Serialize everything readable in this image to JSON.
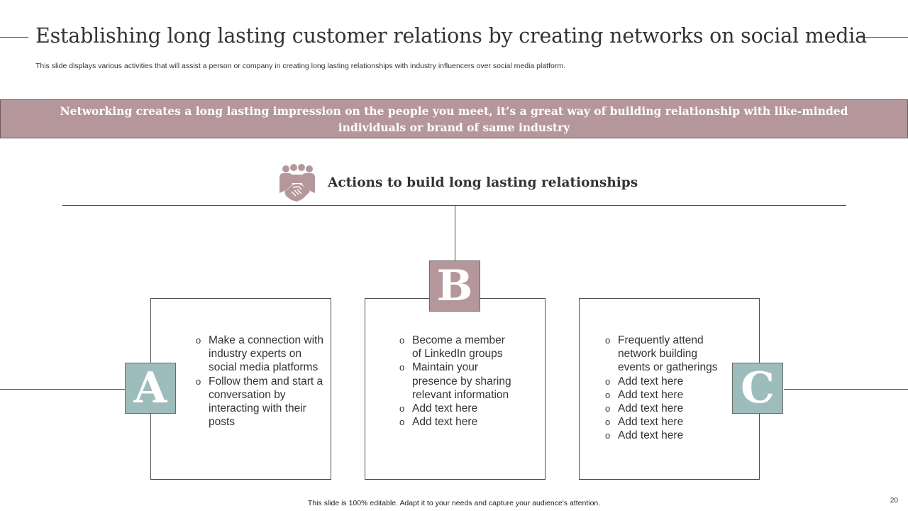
{
  "title": "Establishing long lasting customer relations by creating networks on social media",
  "subtitle": "This slide displays various activities that will assist a person or company in creating long lasting relationships with industry influencers over social media platform.",
  "banner": "Networking creates a long lasting impression on the people you meet, it’s a great way of building relationship with like-minded individuals or brand of same industry",
  "section": {
    "heading": "Actions to build long lasting relationships",
    "icon": "team-handshake-icon"
  },
  "colors": {
    "mauve": "#b5979b",
    "teal": "#9dbcbc"
  },
  "cards": [
    {
      "letter": "A",
      "bullets": [
        "Make a connection with industry experts on social media platforms",
        "Follow them and start a conversation by interacting with their posts"
      ]
    },
    {
      "letter": "B",
      "bullets": [
        "Become a member of LinkedIn groups",
        "Maintain your presence by sharing relevant information",
        "Add text here",
        "Add text here"
      ]
    },
    {
      "letter": "C",
      "bullets": [
        "Frequently attend network building events or gatherings",
        "Add text here",
        "Add text here",
        "Add text here",
        "Add text here",
        "Add text here"
      ]
    }
  ],
  "footer": "This slide is 100% editable. Adapt it to your needs and capture your audience's attention.",
  "page_number": "20"
}
